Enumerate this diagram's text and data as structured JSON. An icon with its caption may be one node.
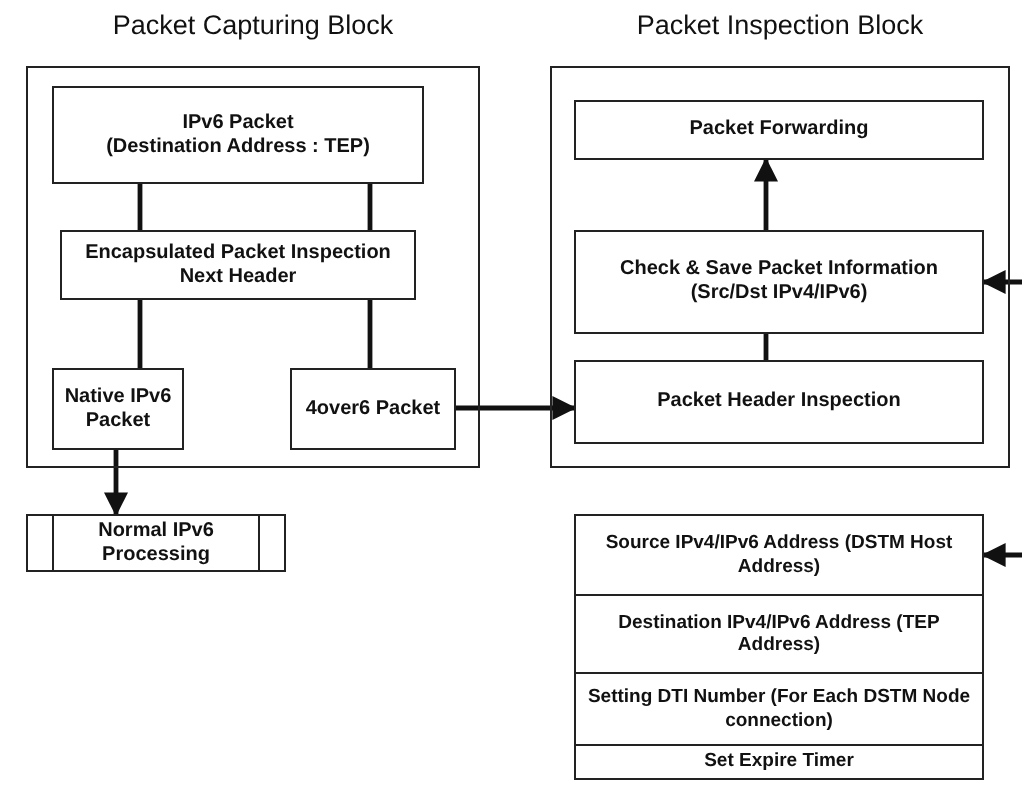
{
  "diagram": {
    "nodes": [
      {
        "text": [
          "Packet Capturing Block"
        ]
      },
      {
        "text": [
          "IPv6 Packet",
          "(Destination Address : TEP)"
        ],
        "in": 0
      },
      {
        "text": [
          "Encapsulated Packet Inspection Next Header"
        ],
        "in": 0
      },
      {
        "text": [
          "Native IPv6 Packet"
        ],
        "in": 0
      },
      {
        "text": [
          "4over6 Packet"
        ],
        "in": 0
      },
      {
        "text": [
          "Normal IPv6 Processing"
        ]
      },
      {
        "text": [
          "Packet Inspection Block"
        ]
      },
      {
        "text": [
          "Packet Forwarding"
        ],
        "in": 6
      },
      {
        "text": [
          "Check & Save Packet Information (Src/Dst IPv4/IPv6)"
        ],
        "in": 6
      },
      {
        "text": [
          "Packet Header Inspection"
        ],
        "in": 6
      },
      {
        "text": [
          "Source IPv4/IPv6 Address (DSTM Host Address)"
        ]
      },
      {
        "text": [
          "Destination IPv4/IPv6 Address (TEP Address)"
        ]
      },
      {
        "text": [
          "Setting DTI Number (For Each DSTM Node connection)"
        ]
      },
      {
        "text": [
          "Set Expire Timer"
        ]
      }
    ],
    "edges": [
      {
        "from": 1,
        "to": 2,
        "arrow": "none"
      },
      {
        "from": 1,
        "to": 2,
        "arrow": "none"
      },
      {
        "from": 2,
        "to": 3,
        "arrow": "none"
      },
      {
        "from": 2,
        "to": 4,
        "arrow": "none"
      },
      {
        "from": 3,
        "to": 5,
        "arrow": "to"
      },
      {
        "from": 4,
        "to": 9,
        "arrow": "to"
      },
      {
        "from": 9,
        "to": 8,
        "arrow": "none"
      },
      {
        "from": 8,
        "to": 7,
        "arrow": "to"
      },
      {
        "from": null,
        "to": 8,
        "arrow": "to"
      },
      {
        "from": null,
        "to": 10,
        "arrow": "to"
      }
    ]
  }
}
